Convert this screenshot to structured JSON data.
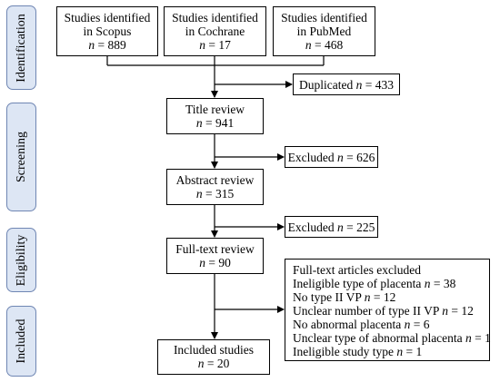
{
  "phases": [
    "Identification",
    "Screening",
    "Eligibility",
    "Included"
  ],
  "sources": [
    {
      "line1": "Studies identified",
      "line2": "in Scopus",
      "n": "889"
    },
    {
      "line1": "Studies identified",
      "line2": "in Cochrane",
      "n": "17"
    },
    {
      "line1": "Studies identified",
      "line2": "in PubMed",
      "n": "468"
    }
  ],
  "duplicated": {
    "label": "Duplicated",
    "n": "433"
  },
  "title_review": {
    "label": "Title review",
    "n": "941"
  },
  "excluded_1": {
    "label": "Excluded",
    "n": "626"
  },
  "abstract_review": {
    "label": "Abstract review",
    "n": "315"
  },
  "excluded_2": {
    "label": "Excluded",
    "n": "225"
  },
  "fulltext_review": {
    "label": "Full-text review",
    "n": "90"
  },
  "fulltext_excluded": {
    "heading": "Full-text articles excluded",
    "items": [
      {
        "label": "Ineligible type of placenta",
        "n": "38"
      },
      {
        "label": "No type II VP",
        "n": "12"
      },
      {
        "label": "Unclear number of type II VP",
        "n": "12"
      },
      {
        "label": "No abnormal placenta",
        "n": "6"
      },
      {
        "label": "Unclear type of abnormal placenta",
        "n": "1"
      },
      {
        "label": "Ineligible study type",
        "n": "1"
      }
    ]
  },
  "included": {
    "label": "Included studies",
    "n": "20"
  },
  "n_symbol": "n",
  "eq": " = ",
  "colors": {
    "phase_fill": "#dde6f4",
    "phase_border": "#6f86b3"
  }
}
